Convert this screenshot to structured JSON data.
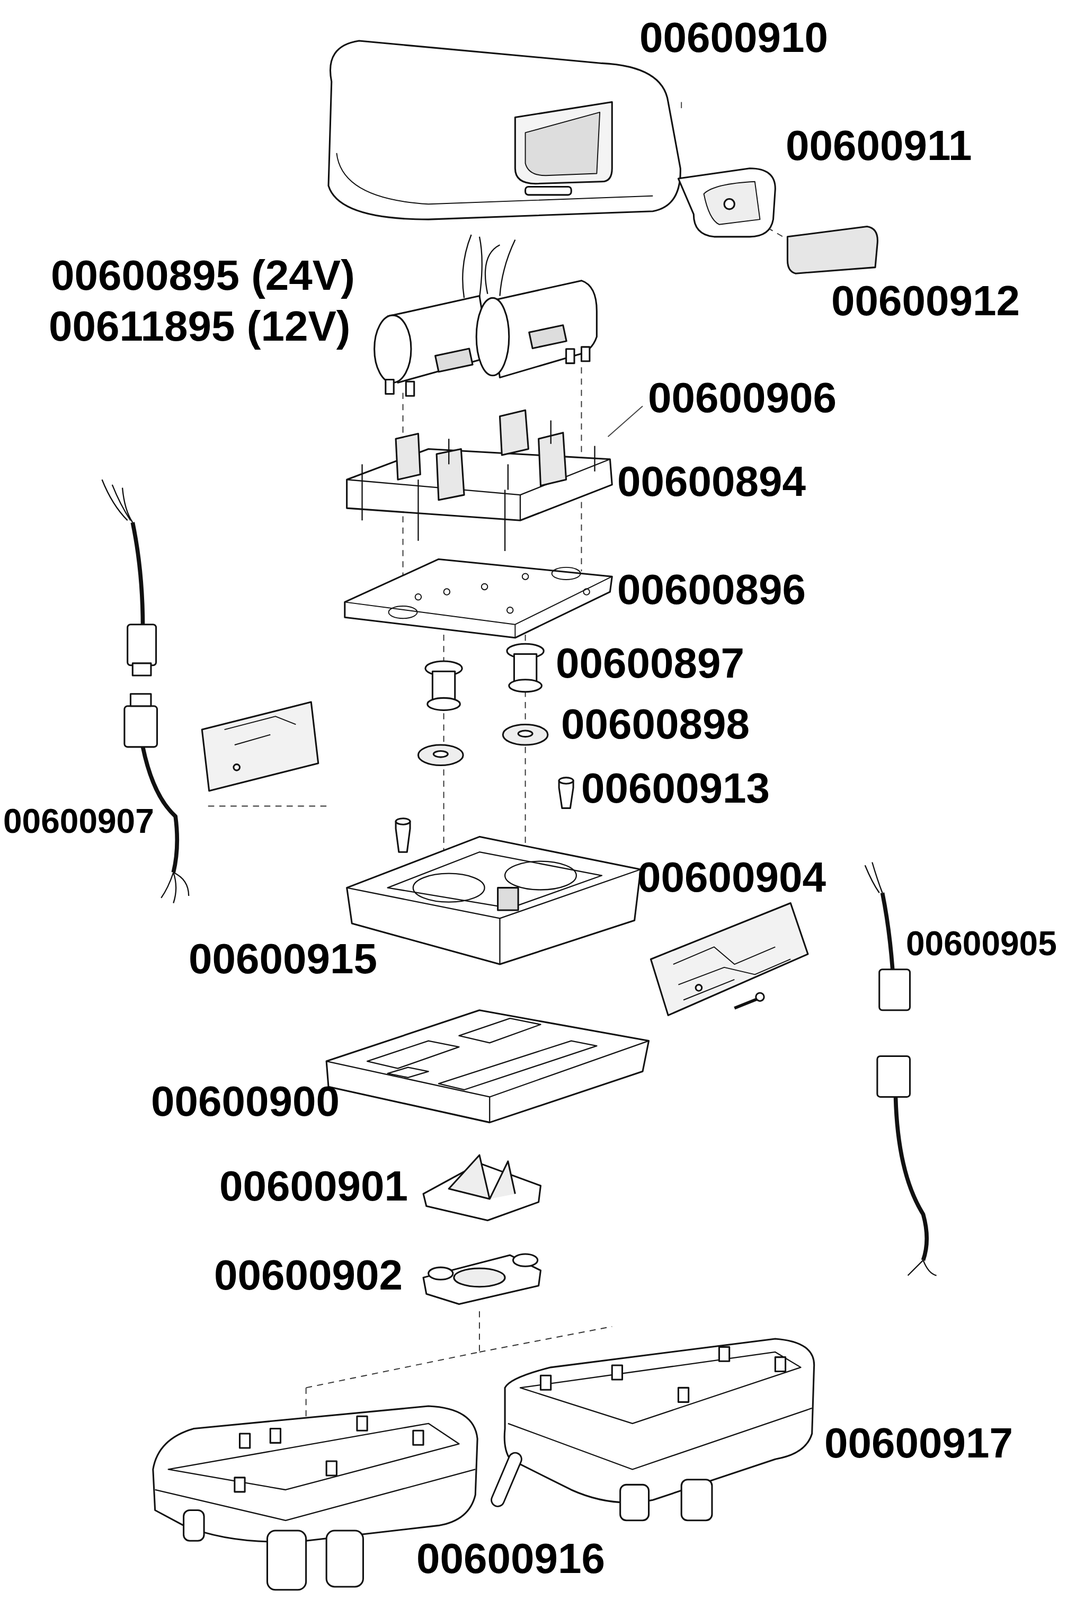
{
  "diagram": {
    "labels": [
      "00600910",
      "00600911",
      "00600895 (24V)",
      "00611895 (12V)",
      "00600912",
      "00600906",
      "00600894",
      "00600896",
      "00600897",
      "00600898",
      "00600907",
      "00600913",
      "00600904",
      "00600905",
      "00600915",
      "00600900",
      "00600901",
      "00600902",
      "00600917",
      "00600916"
    ]
  }
}
